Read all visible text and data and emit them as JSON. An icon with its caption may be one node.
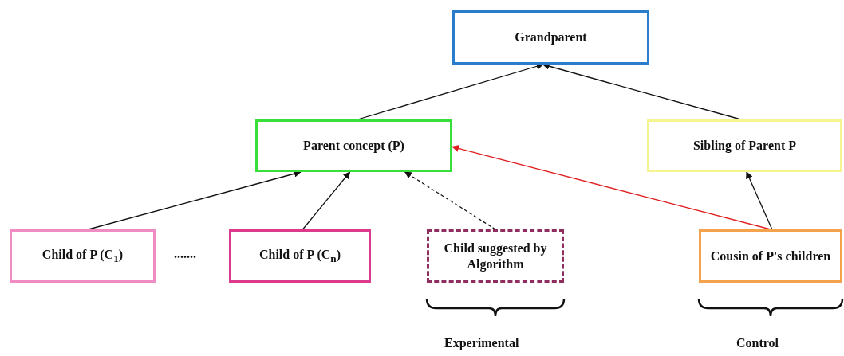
{
  "diagram": {
    "nodes": [
      {
        "text": [
          "Grandparent"
        ]
      },
      {
        "text": [
          "Parent concept (P)"
        ]
      },
      {
        "text": [
          "Sibling of Parent P"
        ]
      },
      {
        "text": [
          "Child of P (C$_{1}$)"
        ]
      },
      {
        "text": [
          "Child of P (C$_{n}$)"
        ]
      },
      {
        "text": [
          "Child suggested by Algorithm"
        ]
      },
      {
        "text": [
          "Cousin of P's children"
        ]
      }
    ],
    "edges": [
      {
        "from": 1,
        "to": 0,
        "arrow": "to"
      },
      {
        "from": 2,
        "to": 0,
        "arrow": "to"
      },
      {
        "from": 3,
        "to": 1,
        "arrow": "to"
      },
      {
        "from": 4,
        "to": 1,
        "arrow": "to"
      },
      {
        "from": 5,
        "to": 1,
        "arrow": "to",
        "style": "dashed"
      },
      {
        "from": 6,
        "to": 1,
        "arrow": "to",
        "color": "#e02020"
      },
      {
        "from": 6,
        "to": 2,
        "arrow": "to"
      }
    ],
    "labels": [
      ".......",
      "Experimental",
      "Control"
    ]
  }
}
